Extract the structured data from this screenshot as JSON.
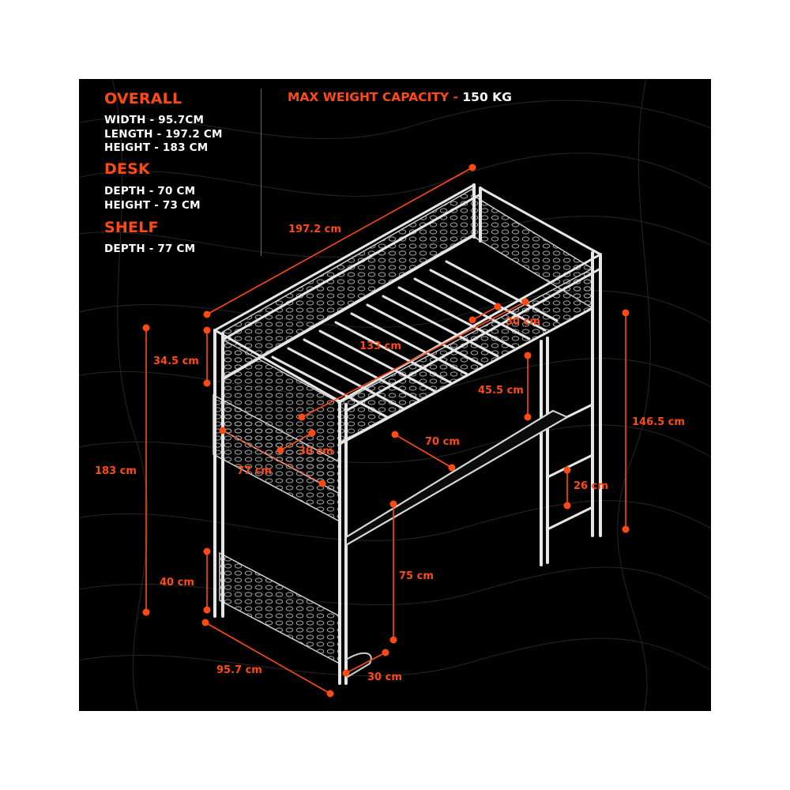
{
  "specs": {
    "overall": {
      "heading": "OVERALL",
      "width": "WIDTH - 95.7CM",
      "length": "LENGTH - 197.2 CM",
      "height": "HEIGHT - 183 CM"
    },
    "desk": {
      "heading": "DESK",
      "depth": "DEPTH - 70 CM",
      "height": "HEIGHT - 73 CM"
    },
    "shelf": {
      "heading": "SHELF",
      "depth": "DEPTH - 77 CM"
    }
  },
  "capacity": {
    "label": "MAX WEIGHT CAPACITY -",
    "value": "150 KG"
  },
  "dimensions": {
    "length_top": "197.2 cm",
    "guardrail_height": "34.5 cm",
    "overall_height": "183 cm",
    "bed_length_inner": "133 cm",
    "opening_width": "30 cm",
    "ladder_top_gap": "45.5 cm",
    "desk_depth": "70 cm",
    "rung_spacing": "26 cm",
    "deck_height": "146.5 cm",
    "shelf_width": "30 cm",
    "shelf_depth": "77 cm",
    "bottom_gap": "40 cm",
    "desk_height": "75 cm",
    "width": "95.7 cm",
    "foot_offset": "30 cm"
  },
  "colors": {
    "accent": "#ff4a14",
    "background": "#000000",
    "text": "#ffffff",
    "frame": "#d8d8d8"
  }
}
